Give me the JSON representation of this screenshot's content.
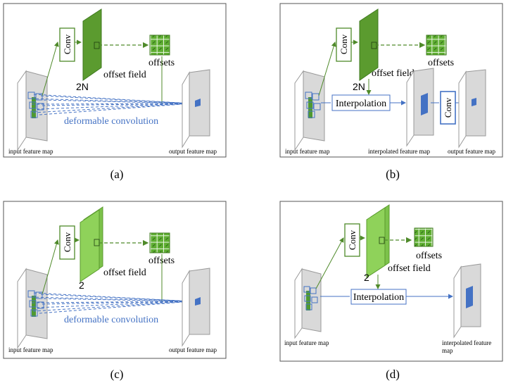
{
  "panels": [
    {
      "id": "a",
      "caption": "(a)",
      "conv_label": "Conv",
      "field_label": "offset field",
      "channels": "2N",
      "offsets_label": "offsets",
      "input_label": "input feature map",
      "output_label": "output feature map",
      "op_label": "deformable convolution"
    },
    {
      "id": "b",
      "caption": "(b)",
      "conv_label": "Conv",
      "field_label": "offset field",
      "channels": "2N",
      "offsets_label": "offsets",
      "input_label": "input feature map",
      "interp_label": "Interpolation",
      "interp_map_label": "interpolated feature map",
      "conv2_label": "Conv",
      "output_label": "output feature map"
    },
    {
      "id": "c",
      "caption": "(c)",
      "conv_label": "Conv",
      "field_label": "offset field",
      "channels": "2",
      "offsets_label": "offsets",
      "input_label": "input feature map",
      "output_label": "output feature map",
      "op_label": "deformable convolution"
    },
    {
      "id": "d",
      "caption": "(d)",
      "conv_label": "Conv",
      "field_label": "offset field",
      "channels": "2",
      "offsets_label": "offsets",
      "input_label": "input feature map",
      "interp_label": "Interpolation",
      "interp_map_label_1": "interpolated feature",
      "interp_map_label_2": "map"
    }
  ],
  "colors": {
    "dark_green": "#4f8a2a",
    "light_green": "#6fbf3f",
    "blue": "#4472c4",
    "map_gray": "#d9d9d9",
    "frame": "#555555"
  }
}
